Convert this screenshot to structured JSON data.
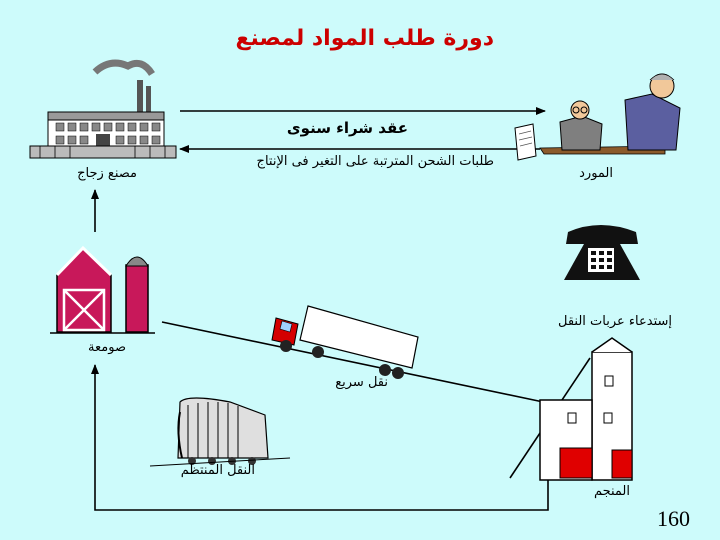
{
  "title": "دورة طلب المواد لمصنع",
  "labels": {
    "contract": "عقد شراء سنوى",
    "shipping_requests": "طلبات الشحن المترتبة على التغير فى الإنتاج",
    "glass_factory": "مصنع زجاج",
    "supplier": "المورد",
    "call_trucks": "إستدعاء عربات النقل",
    "silo": "صومعة",
    "fast_transport": "نقل سريع",
    "regular_transport": "النقل المنتظم",
    "mine": "المنجم"
  },
  "page_number": "160",
  "colors": {
    "background": "#cdfbfb",
    "title": "#cc0000",
    "barn": "#c8185a",
    "mine_door": "#e00000"
  },
  "icons": [
    "factory-icon",
    "businessman-icon",
    "telephone-icon",
    "barn-icon",
    "truck-icon",
    "train-icon",
    "mine-building-icon"
  ]
}
